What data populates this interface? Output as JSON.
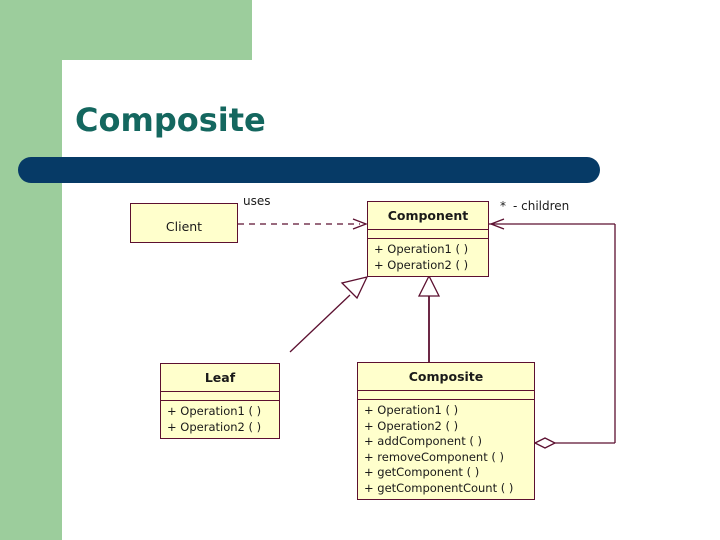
{
  "slide": {
    "title": "Composite",
    "colors": {
      "accent_green": "#9ccd9c",
      "title_teal": "#14675f",
      "bar_navy": "#063a66",
      "box_fill": "#ffffcc",
      "box_border": "#5c1030"
    }
  },
  "diagram": {
    "type": "uml-class-diagram",
    "classes": [
      {
        "id": "client",
        "name": "Client",
        "attributes": [],
        "operations": []
      },
      {
        "id": "component",
        "name": "Component",
        "attributes": [],
        "operations": [
          "+ Operation1 (  )",
          "+ Operation2 (  )"
        ]
      },
      {
        "id": "leaf",
        "name": "Leaf",
        "attributes": [],
        "operations": [
          "+ Operation1 (  )",
          "+ Operation2 (  )"
        ]
      },
      {
        "id": "composite",
        "name": "Composite",
        "attributes": [],
        "operations": [
          "+ Operation1 (  )",
          "+ Operation2 (  )",
          "+ addComponent (  )",
          "+ removeComponent (  )",
          "+ getComponent (  )",
          "+ getComponentCount (  )"
        ]
      }
    ],
    "relations": [
      {
        "id": "client-uses-component",
        "kind": "dependency",
        "label": "uses",
        "from": "client",
        "to": "component"
      },
      {
        "id": "leaf-extends-component",
        "kind": "generalization",
        "label": "",
        "from": "leaf",
        "to": "component"
      },
      {
        "id": "composite-extends-component",
        "kind": "generalization",
        "label": "",
        "from": "composite",
        "to": "component"
      },
      {
        "id": "composite-aggregates-component",
        "kind": "aggregation",
        "multiplicity": "*",
        "role": "- children",
        "from": "composite",
        "to": "component"
      }
    ]
  }
}
